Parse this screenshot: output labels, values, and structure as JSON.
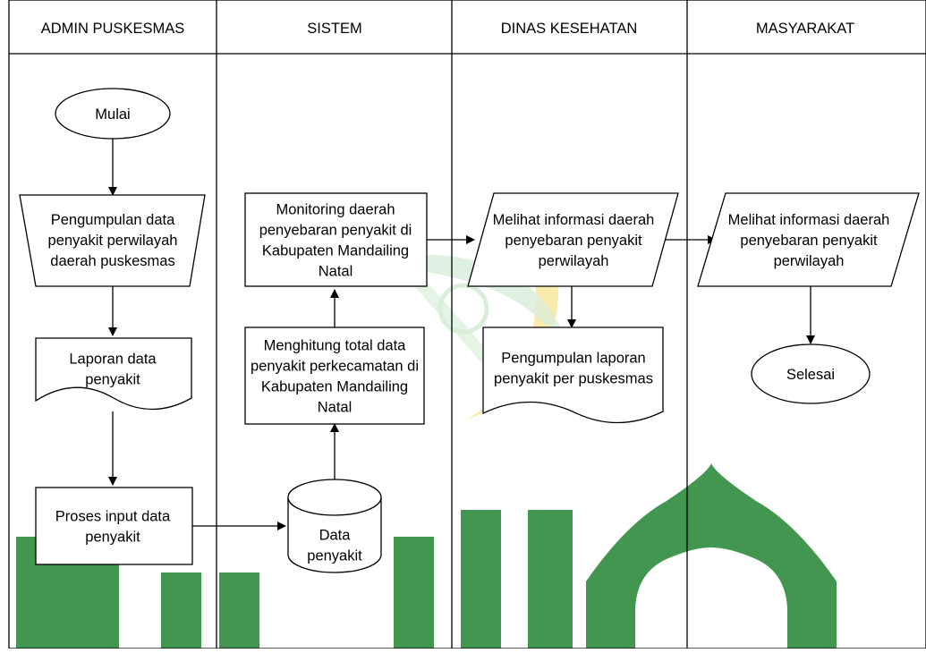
{
  "lanes": [
    {
      "title": "ADMIN PUSKESMAS"
    },
    {
      "title": "SISTEM"
    },
    {
      "title": "DINAS KESEHATAN"
    },
    {
      "title": "MASYARAKAT"
    }
  ],
  "nodes": {
    "start": {
      "type": "terminator",
      "lines": [
        "Mulai"
      ]
    },
    "collect_data": {
      "type": "manual-input",
      "lines": [
        "Pengumpulan data",
        "penyakit perwilayah",
        "daerah puskesmas"
      ]
    },
    "report": {
      "type": "document",
      "lines": [
        "Laporan data",
        "penyakit"
      ]
    },
    "input_process": {
      "type": "process",
      "lines": [
        "Proses input data",
        "penyakit"
      ]
    },
    "database": {
      "type": "database",
      "lines": [
        "Data",
        "penyakit"
      ]
    },
    "compute_total": {
      "type": "process",
      "lines": [
        "Menghitung total data",
        "penyakit perkecamatan di",
        "Kabupaten Mandailing",
        "Natal"
      ]
    },
    "monitoring": {
      "type": "process",
      "lines": [
        "Monitoring daerah",
        "penyebaran penyakit di",
        "Kabupaten Mandailing",
        "Natal"
      ]
    },
    "dinkes_view": {
      "type": "data",
      "lines": [
        "Melihat informasi daerah",
        "penyebaran penyakit",
        "perwilayah"
      ]
    },
    "dinkes_report": {
      "type": "document",
      "lines": [
        "Pengumpulan laporan",
        "penyakit per puskesmas"
      ]
    },
    "public_view": {
      "type": "data",
      "lines": [
        "Melihat informasi daerah",
        "penyebaran penyakit",
        "perwilayah"
      ]
    },
    "end": {
      "type": "terminator",
      "lines": [
        "Selesai"
      ]
    }
  },
  "watermark": {
    "green": "#2e8b3c",
    "green_light": "#d6ecd6",
    "gold": "#f3d35a"
  }
}
